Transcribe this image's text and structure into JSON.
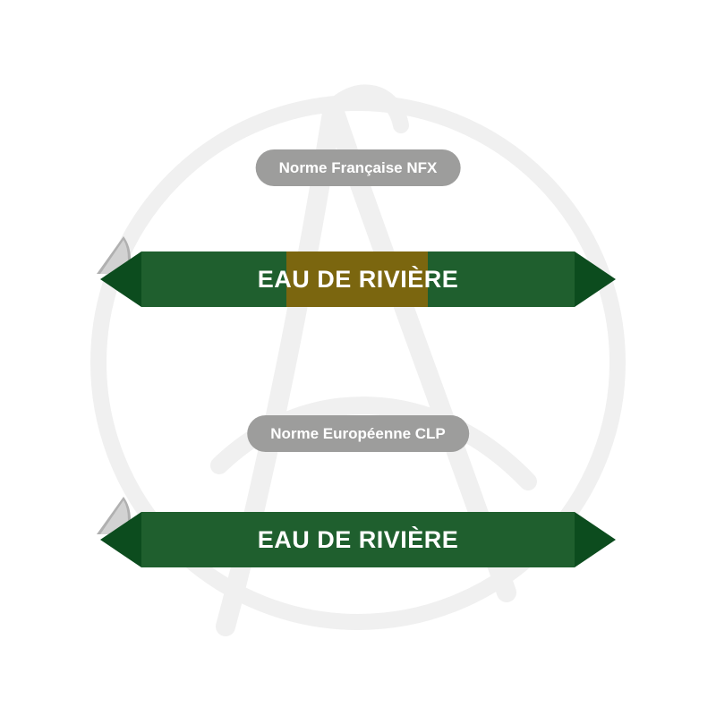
{
  "top_section": {
    "badge_label": "Norme Française NFX",
    "marker_label": "EAU DE RIVIÈRE"
  },
  "bottom_section": {
    "badge_label": "Norme Européenne CLP",
    "marker_label": "EAU DE RIVIÈRE"
  },
  "icons": {
    "watermark": "brand-watermark-logo",
    "peel": "sticker-peel-corner"
  },
  "colors": {
    "badge_background": "#9d9d9c",
    "badge_text": "#ffffff",
    "marker_body_green": "#1f5f2e",
    "marker_tip_green": "#0c4c1e",
    "marker_band_olive": "#7b660f",
    "marker_text": "#ffffff",
    "watermark_gray": "#f0f0f0",
    "peel_light": "#d2d2d2",
    "peel_dark": "#b0b0b0"
  }
}
